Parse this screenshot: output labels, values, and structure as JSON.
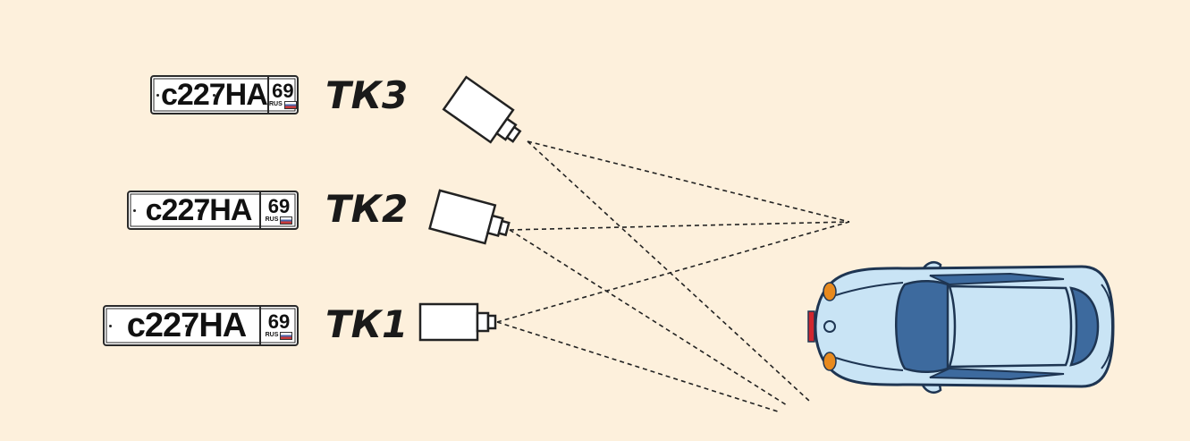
{
  "cameras": [
    {
      "label": "ТК3",
      "plate": {
        "main": "с227НА",
        "region": "69",
        "country": "RUS"
      }
    },
    {
      "label": "ТК2",
      "plate": {
        "main": "с227НА",
        "region": "69",
        "country": "RUS"
      }
    },
    {
      "label": "ТК1",
      "plate": {
        "main": "с227НА",
        "region": "69",
        "country": "RUS"
      }
    }
  ],
  "colors": {
    "background": "#fdf0dc",
    "car_body": "#c9e4f5",
    "car_window": "#3d6a9e",
    "car_outline": "#1e3552",
    "headlight": "#e88a1e",
    "plate_red": "#d0262e"
  },
  "icons": [
    "camera-icon",
    "car-icon"
  ]
}
